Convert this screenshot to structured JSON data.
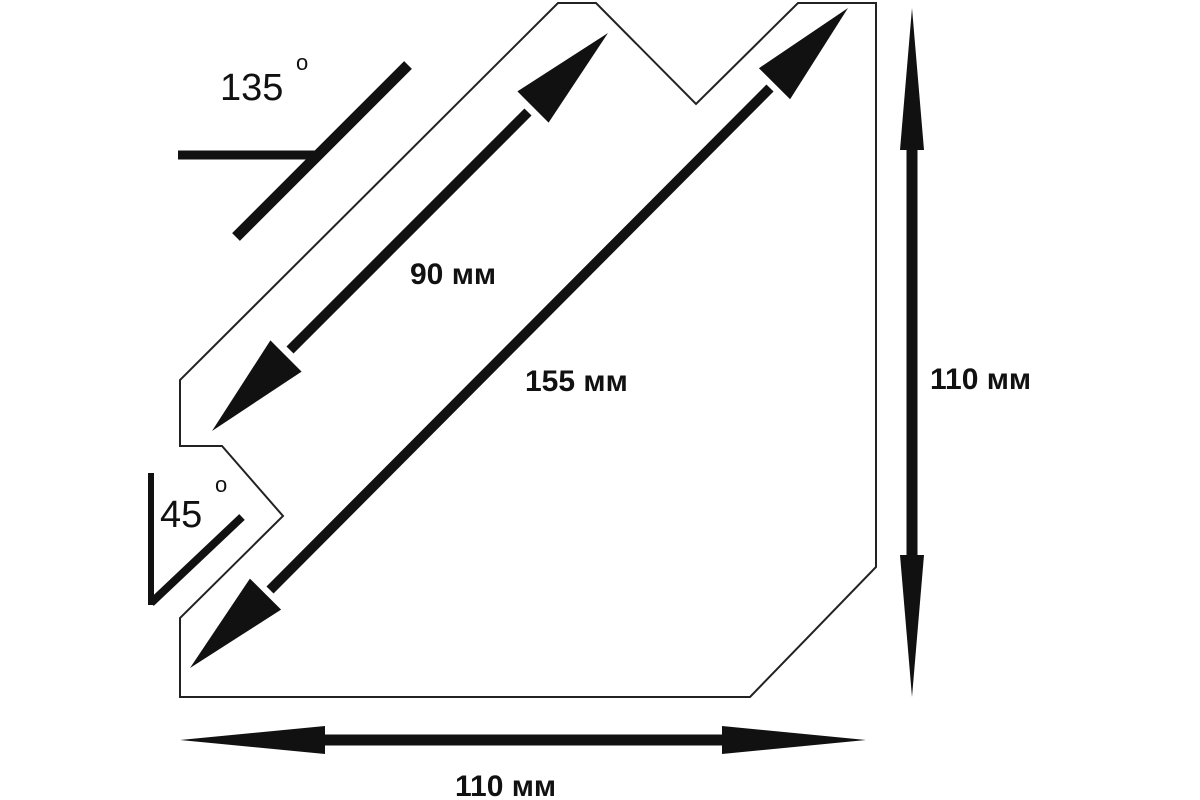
{
  "dimensions": {
    "top_edge_label": "90 мм",
    "diagonal_label": "155 мм",
    "height_label": "110 мм",
    "width_label": "110 мм"
  },
  "angles": {
    "outer_angle_value": "135",
    "outer_angle_mark": "o",
    "inner_angle_value": "45",
    "inner_angle_mark": "o"
  },
  "colors": {
    "ink": "#111111",
    "outline": "#222222",
    "background": "#ffffff"
  }
}
